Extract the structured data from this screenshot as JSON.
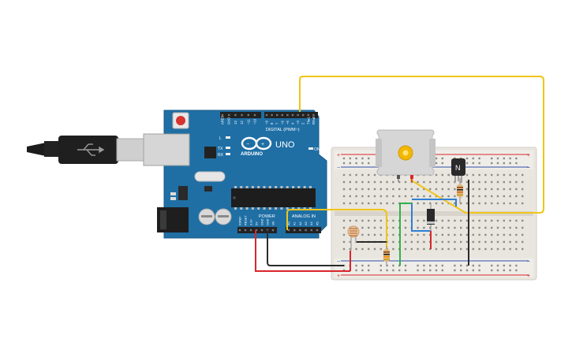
{
  "board": {
    "brand_label": "ARDUINO",
    "model_label": "UNO",
    "digital_header_label": "DIGITAL (PWM~)",
    "power_header_label": "POWER",
    "analog_header_label": "ANALOG IN",
    "led_l_label": "L",
    "led_tx_label": "TX",
    "led_rx_label": "RX",
    "on_label": "ON",
    "digital_pins": [
      "AREF",
      "GND",
      "13",
      "12",
      "~11",
      "~10",
      "~9",
      "8",
      "7",
      "~6",
      "~5",
      "4",
      "~3",
      "2",
      "TX▸1",
      "RX◂0"
    ],
    "power_pins": [
      "IOREF",
      "RESET",
      "3.3V",
      "5V",
      "GND",
      "GND",
      "Vin"
    ],
    "analog_pins": [
      "A0",
      "A1",
      "A2",
      "A3",
      "A4",
      "A5"
    ]
  },
  "transistor": {
    "label": "N"
  },
  "wires": {
    "colors": {
      "yellow": "#f0c419",
      "red": "#d9262b",
      "black": "#2b2b2b",
      "green": "#2fb24a",
      "blue": "#2f7fd6"
    }
  },
  "colors": {
    "board": "#1f6fa5",
    "board_dark": "#1a5f8e",
    "breadboard": "#e9e6e0",
    "motor": "#d9d9d9"
  }
}
